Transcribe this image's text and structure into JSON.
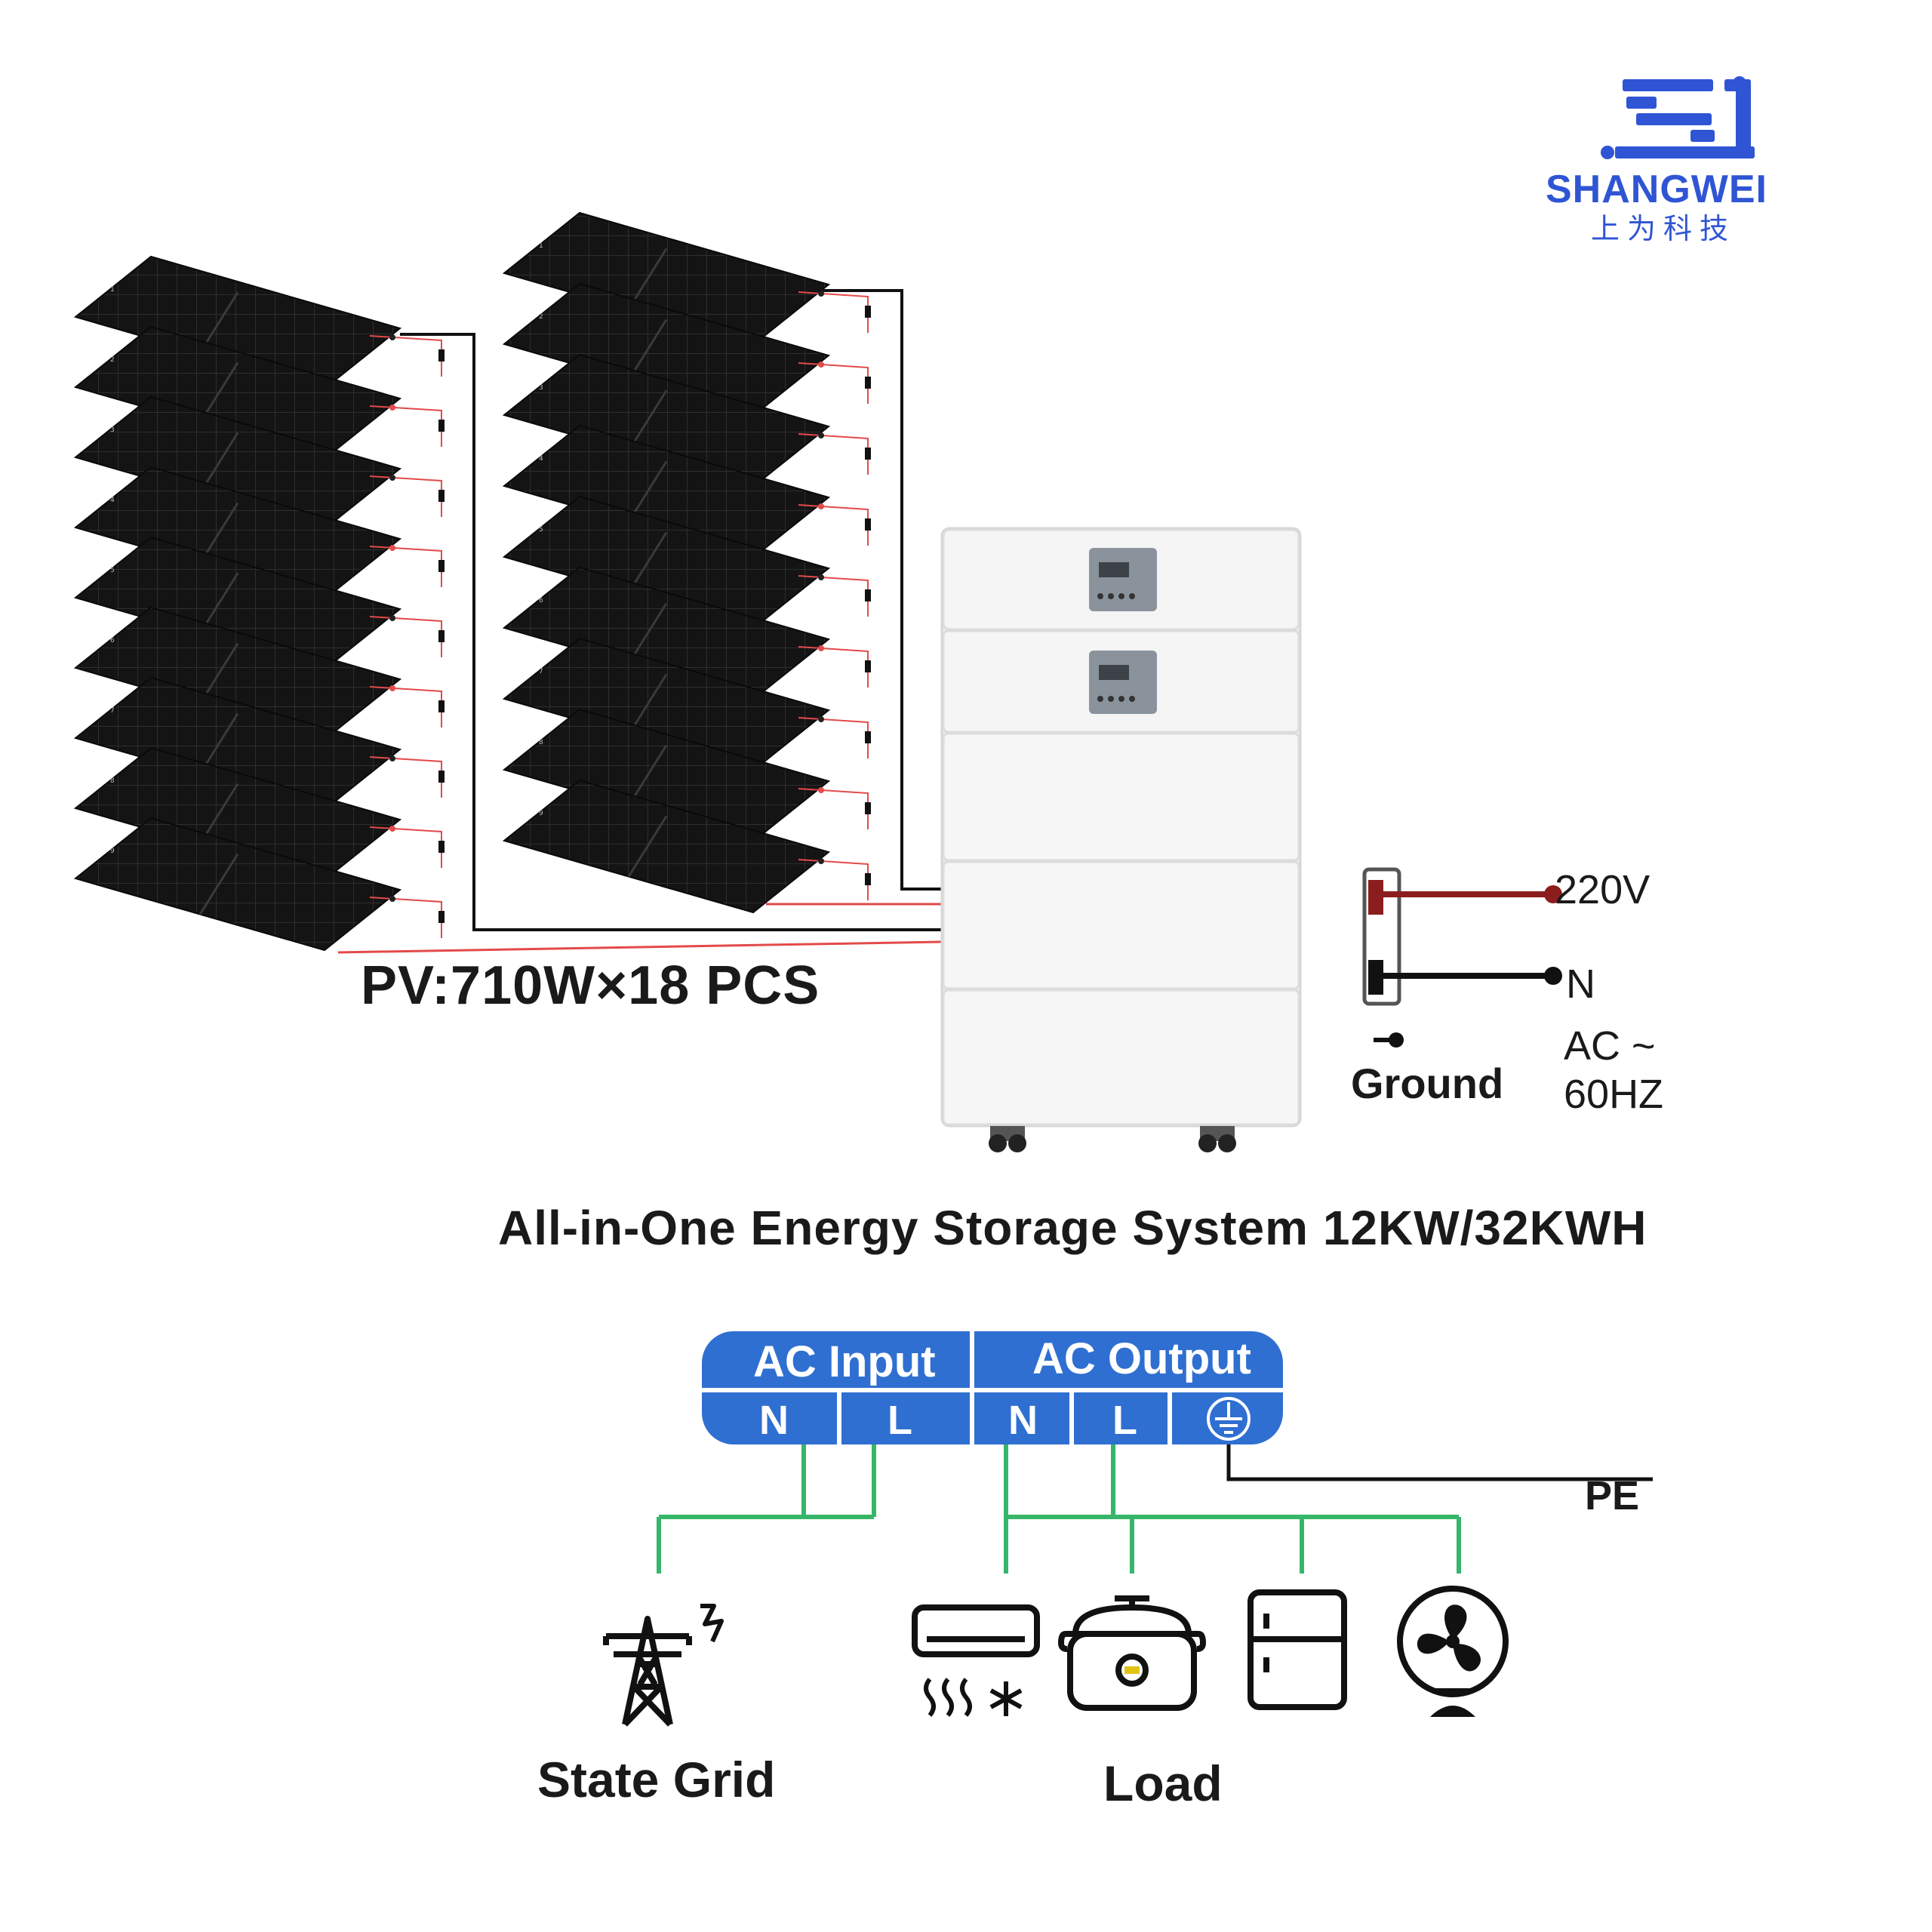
{
  "brand": {
    "name": "SHANGWEI",
    "name_cn": "上为科技",
    "color": "#2f55d4"
  },
  "pv": {
    "label": "PV:710W×18 PCS",
    "left_string_numbers": [
      "1",
      "2",
      "3",
      "4",
      "5",
      "6",
      "7",
      "8",
      "9"
    ],
    "right_string_numbers": [
      "1",
      "2",
      "3",
      "4",
      "5",
      "6",
      "7",
      "8",
      "9"
    ]
  },
  "system": {
    "title": "All-in-One Energy Storage System 12KW/32KWH"
  },
  "ac_connection": {
    "live_label": "220V",
    "neutral_label": "N",
    "ground_label": "Ground",
    "freq_line1": "AC ~",
    "freq_line2": "60HZ"
  },
  "terminal_block": {
    "input_header": "AC Input",
    "output_header": "AC Output",
    "input_terminals": [
      "N",
      "L"
    ],
    "output_terminals": [
      "N",
      "L"
    ],
    "ground_icon": "earth-ground-icon",
    "pe_label": "PE",
    "color": "#2f6fd1"
  },
  "wiring_color": "#37b66a",
  "grid": {
    "label": "State Grid",
    "icon": "transmission-tower-icon"
  },
  "load": {
    "label": "Load",
    "icons": [
      "air-conditioner-icon",
      "rice-cooker-icon",
      "refrigerator-icon",
      "fan-icon"
    ]
  }
}
